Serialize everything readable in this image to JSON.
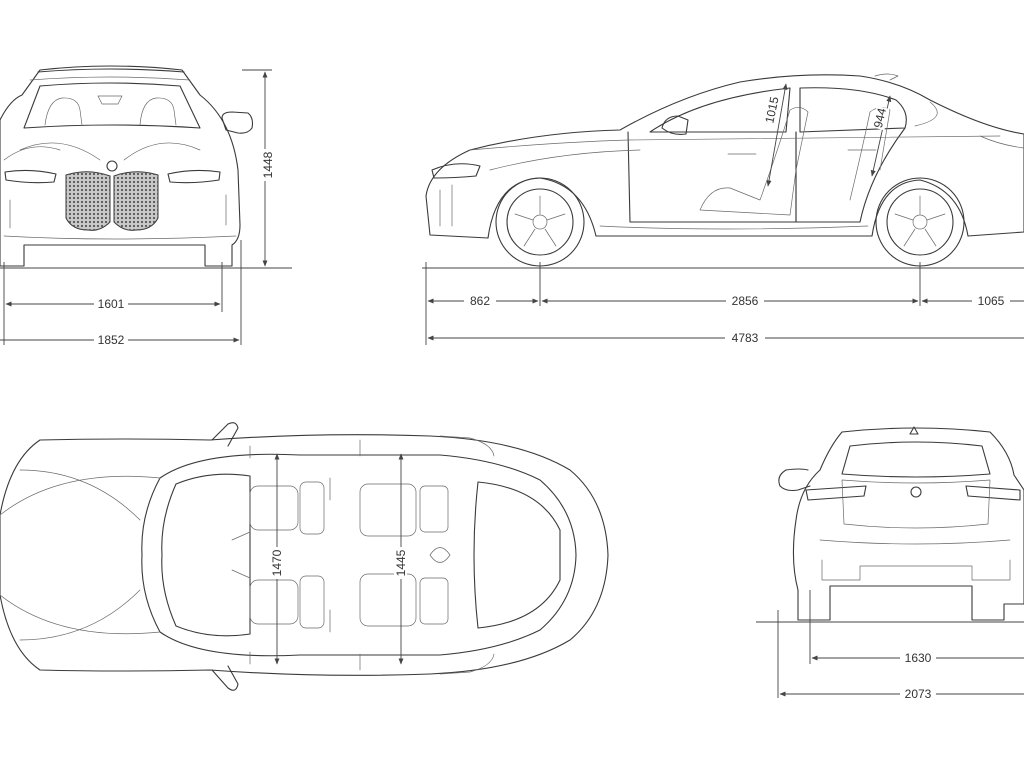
{
  "views": {
    "front": {
      "dimensions": {
        "track": "1601",
        "width": "1852",
        "height": "1448"
      }
    },
    "side": {
      "dimensions": {
        "front_overhang": "862",
        "wheelbase": "2856",
        "rear_overhang": "1065",
        "length": "4783",
        "front_headroom": "1015",
        "rear_headroom": "944"
      }
    },
    "top": {
      "dimensions": {
        "front_shoulder": "1470",
        "rear_shoulder": "1445"
      }
    },
    "rear": {
      "dimensions": {
        "track": "1630",
        "width_with_mirrors": "2073"
      }
    }
  },
  "colors": {
    "line": "#3a3a3a",
    "background": "#ffffff"
  }
}
